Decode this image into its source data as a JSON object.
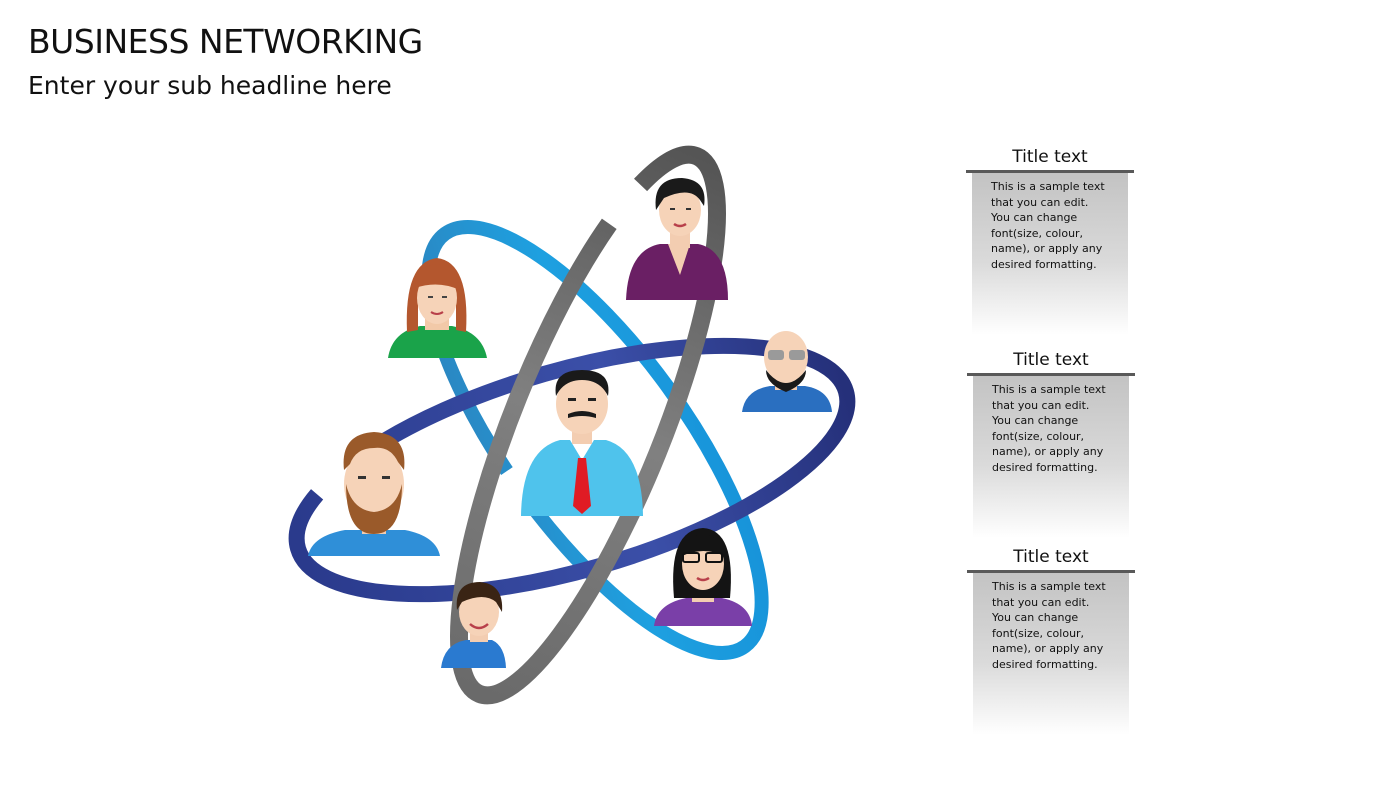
{
  "slide": {
    "title": "BUSINESS NETWORKING",
    "subtitle": "Enter your sub headline here"
  },
  "colors": {
    "ring_gray": "#6e6e6e",
    "ring_navy": "#2f3f8f",
    "ring_cyan": "#1b8fd0"
  },
  "people": [
    {
      "name": "woman-green-shirt-icon"
    },
    {
      "name": "woman-purple-blazer-icon"
    },
    {
      "name": "bald-man-sunglasses-icon"
    },
    {
      "name": "man-red-tie-icon"
    },
    {
      "name": "bearded-man-icon"
    },
    {
      "name": "woman-blue-shirt-icon"
    },
    {
      "name": "woman-glasses-purple-icon"
    }
  ],
  "panels": [
    {
      "title": "Title text",
      "body": "This is a sample text that you can edit. You can change font(size, colour, name), or apply any desired formatting."
    },
    {
      "title": "Title text",
      "body": "This is a sample text that you can edit. You can change font(size, colour, name), or apply any desired formatting."
    },
    {
      "title": "Title text",
      "body": "This is a sample text that you can edit. You can change font(size, colour, name), or apply any desired formatting."
    }
  ]
}
